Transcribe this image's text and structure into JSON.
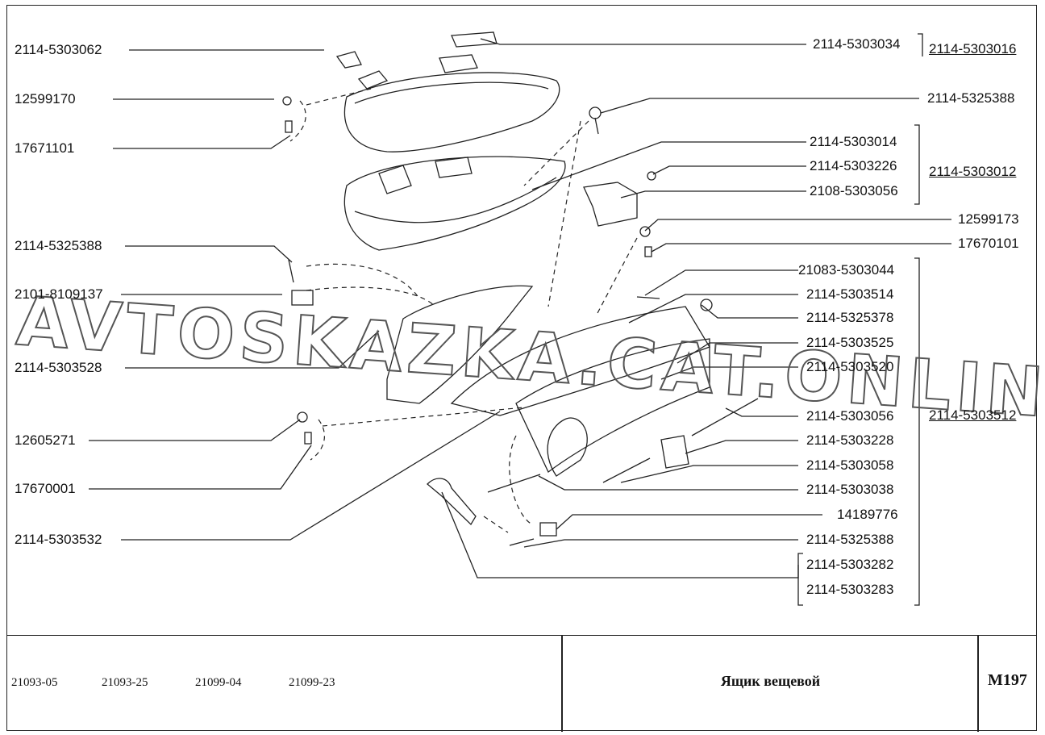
{
  "callouts_left": [
    "2114-5303062",
    "12599170",
    "17671101",
    "2114-5325388",
    "2101-8109137",
    "2114-5303528",
    "12605271",
    "17670001",
    "2114-5303532"
  ],
  "callouts_right": [
    "2114-5303034",
    "2114-5325388",
    "2114-5303014",
    "2114-5303226",
    "2108-5303056",
    "12599173",
    "17670101",
    "21083-5303044",
    "2114-5303514",
    "2114-5325378",
    "2114-5303525",
    "2114-5303520",
    "2114-5303056",
    "2114-5303228",
    "2114-5303058",
    "2114-5303038",
    "14189776",
    "2114-5325388",
    "2114-5303282",
    "2114-5303283"
  ],
  "assembly_labels": [
    "2114-5303016",
    "2114-5303012",
    "2114-5303512"
  ],
  "watermark": "AVTOSKAZKA.CAT.ONLINE",
  "title_block": {
    "models": [
      "21093-05",
      "21093-25",
      "21099-04",
      "21099-23"
    ],
    "title": "Ящик вещевой",
    "code": "M197"
  }
}
